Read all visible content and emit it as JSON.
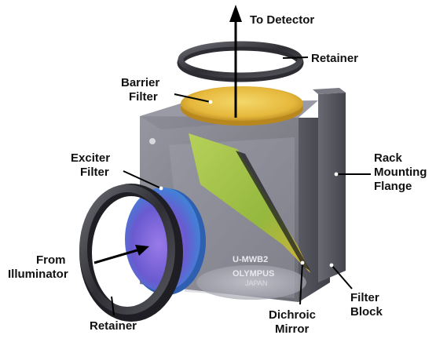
{
  "labels": {
    "to_detector": "To Detector",
    "retainer_top": "Retainer",
    "barrier_filter_1": "Barrier",
    "barrier_filter_2": "Filter",
    "exciter_filter_1": "Exciter",
    "exciter_filter_2": "Filter",
    "rack_1": "Rack",
    "rack_2": "Mounting",
    "rack_3": "Flange",
    "from_illuminator_1": "From",
    "from_illuminator_2": "Illuminator",
    "filter_block_1": "Filter",
    "filter_block_2": "Block",
    "dichroic_1": "Dichroic",
    "dichroic_2": "Mirror",
    "retainer_bottom": "Retainer"
  },
  "block_markings": {
    "model": "U-MWB2",
    "brand": "OLYMPUS",
    "country": "JAPAN"
  },
  "colors": {
    "block_front": "#6f6f7a",
    "block_side": "#4f4f58",
    "block_top": "#8a8a94",
    "barrier_filter": "#e2b83a",
    "dichroic": "#a8c24a",
    "exciter_filter": "#7a5fd0",
    "retainer": "#3a3a40"
  }
}
